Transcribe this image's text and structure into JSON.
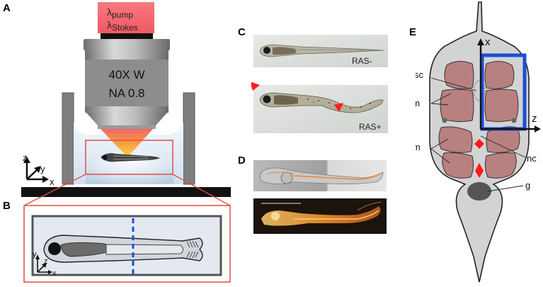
{
  "panels": {
    "a": "A",
    "b": "B",
    "c": "C",
    "d": "D",
    "e": "E"
  },
  "panel_a": {
    "pump_label_main": "λ",
    "pump_label_sub": "pump",
    "stokes_label_main": "λ",
    "stokes_label_sub": "Stokes",
    "objective_line1": "40X W",
    "objective_line2": "NA 0.8",
    "axis_z": "z",
    "axis_y": "y",
    "axis_x": "x"
  },
  "panel_b": {
    "axis_y": "y",
    "axis_z": "z",
    "axis_x": "x"
  },
  "panel_c": {
    "label_ras_neg": "RAS-",
    "label_ras_pos": "RAS+"
  },
  "panel_e": {
    "axis_x": "x",
    "axis_z": "z",
    "label_sc": "sc",
    "label_um": "um",
    "label_lm": "lm",
    "label_nc": "nc",
    "label_g": "g"
  },
  "colors": {
    "laser_box": "#f2666e",
    "objective_grey": "#8c8c8c",
    "muscle": "#b98080",
    "body_grey": "#d3d3d3",
    "highlight_blue": "#1a4fd6",
    "marker_red": "#ff1a1a"
  }
}
